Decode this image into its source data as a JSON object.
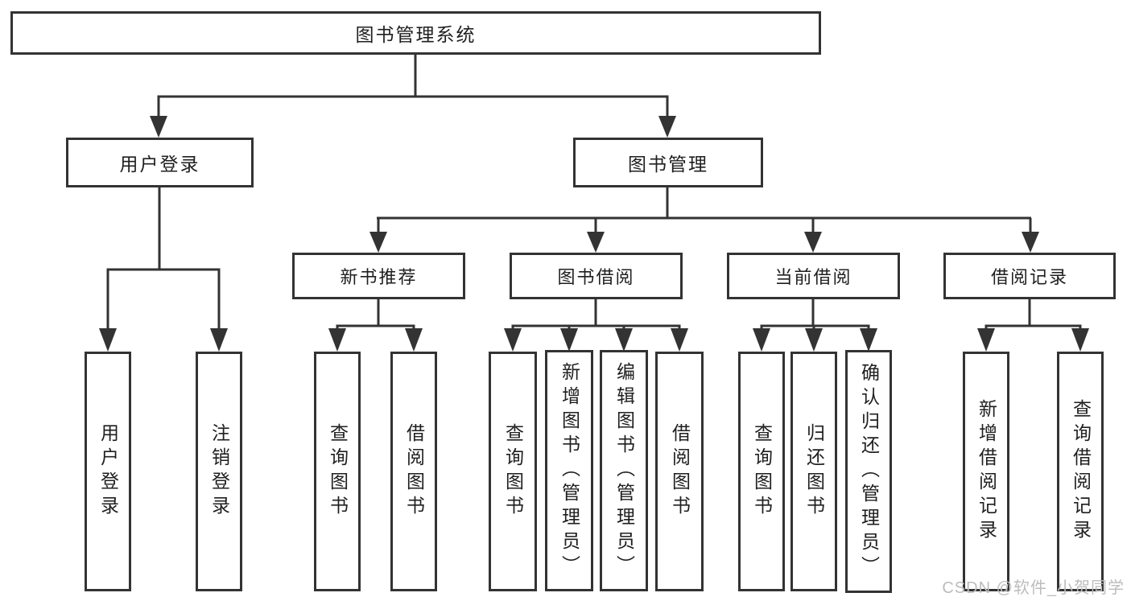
{
  "diagram": {
    "title": "图书管理系统",
    "root": "图书管理系统",
    "level2": {
      "user_login": "用户登录",
      "book_mgmt": "图书管理"
    },
    "level3": {
      "new_book_rec": "新书推荐",
      "book_borrow": "图书借阅",
      "current_borrow": "当前借阅",
      "borrow_records": "借阅记录"
    },
    "level4": {
      "login": "用户登录",
      "logout": "注销登录",
      "rec_query_books": "查询图书",
      "rec_borrow_books": "借阅图书",
      "bb_query_books": "查询图书",
      "bb_add_books": "新增图书（管理员）",
      "bb_edit_books": "编辑图书（管理员）",
      "bb_borrow_books": "借阅图书",
      "cb_query_books": "查询图书",
      "cb_return_books": "归还图书",
      "cb_confirm_return": "确认归还（管理员）",
      "br_add_record": "新增借阅记录",
      "br_query_record": "查询借阅记录"
    }
  },
  "watermark": "CSDN @软件_小贺同学",
  "colors": {
    "line": "#333333",
    "border": "#333333",
    "text": "#1f1f1f",
    "box_bg": "#ffffff",
    "watermark": "#bcbcbc",
    "background": "#ffffff"
  }
}
